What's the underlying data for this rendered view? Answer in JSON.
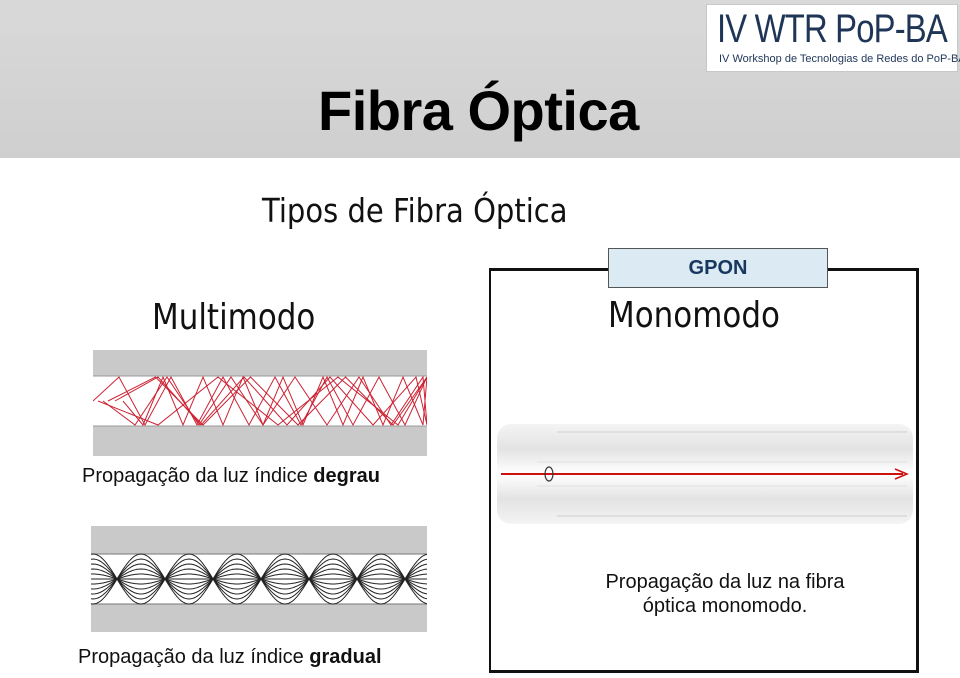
{
  "slide": {
    "title": "Fibra Óptica",
    "subtitle": "Tipos de Fibra Óptica"
  },
  "logo": {
    "main_text": "IV WTR PoP-BA",
    "sub_text": "IV Workshop de Tecnologias de Redes do PoP-BA",
    "color": "#1f3557"
  },
  "multimodo": {
    "title": "Multimodo",
    "step_caption_prefix": "Propagação da luz índice ",
    "step_caption_bold": "degrau",
    "graded_caption_prefix": "Propagação da luz índice ",
    "graded_caption_bold": "gradual",
    "ray_color": "#cc2233"
  },
  "monomodo": {
    "badge": "GPON",
    "title": "Monomodo",
    "caption": "Propagação da luz na fibra óptica monomodo.",
    "ray_color": "#cc1111"
  }
}
